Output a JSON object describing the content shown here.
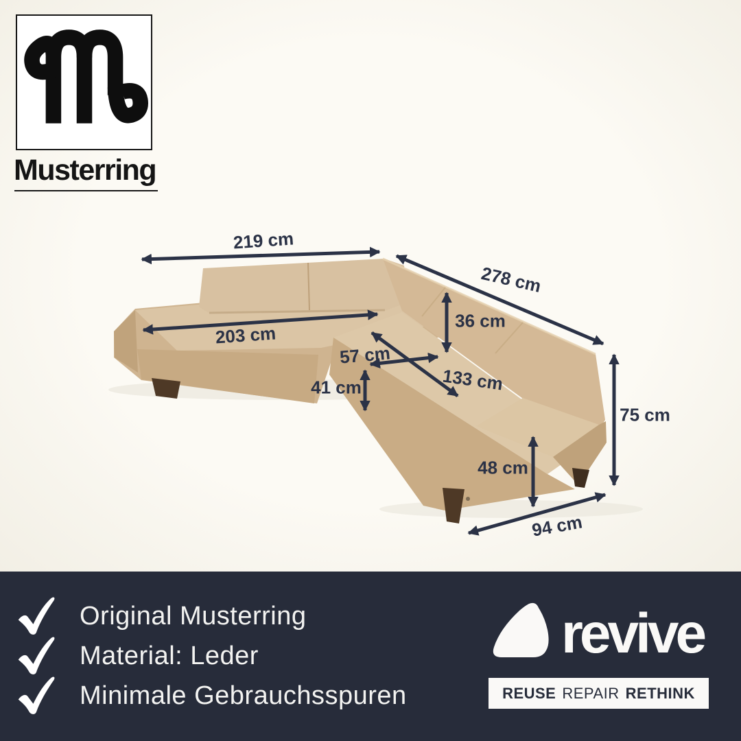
{
  "brand": {
    "name": "Musterring",
    "monogram_icon": "musterring-monogram-icon"
  },
  "dimensions": {
    "back_width": "219 cm",
    "side_depth": "278 cm",
    "seat_front_width": "203 cm",
    "backrest_height": "36 cm",
    "seat_depth": "57 cm",
    "inner_length": "133 cm",
    "seat_height": "41 cm",
    "armrest_height": "48 cm",
    "end_width": "94 cm",
    "total_height": "75 cm"
  },
  "features": {
    "check_icon": "check-icon",
    "items": [
      "Original Musterring",
      "Material: Leder",
      "Minimale Gebrauchsspuren"
    ]
  },
  "footer_brand": {
    "pebble_icon": "revive-pebble-icon",
    "name": "revive",
    "tagline_reuse": "REUSE",
    "tagline_repair": "REPAIR",
    "tagline_rethink": "RETHINK"
  },
  "colors": {
    "accent_navy": "#2b3246",
    "bar_background": "#272c3a",
    "leather_beige": "#d2b795",
    "leg_brown": "#4e3926",
    "backdrop_cream": "#f7f4ec"
  }
}
